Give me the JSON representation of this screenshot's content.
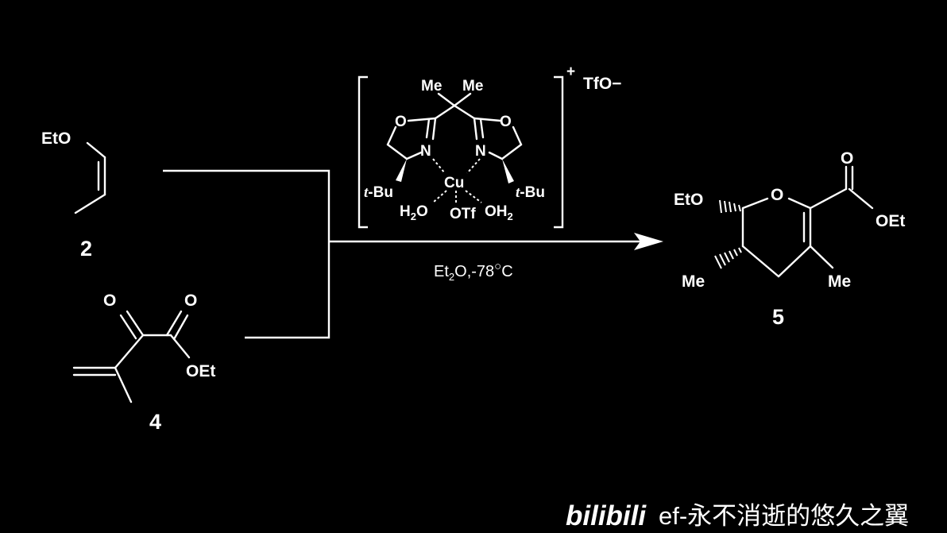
{
  "reactants": {
    "compound_2": {
      "substituent": "EtO",
      "number": "2"
    },
    "compound_4": {
      "carbonyl_o1": "O",
      "carbonyl_o2": "O",
      "ester": "OEt",
      "number": "4"
    }
  },
  "catalyst": {
    "me_left": "Me",
    "me_right": "Me",
    "ring_o_left": "O",
    "ring_o_right": "O",
    "n_left": "N",
    "n_right": "N",
    "metal": "Cu",
    "tbu_left": "t-Bu",
    "tbu_right": "t-Bu",
    "ligand_h2o_left": "H2O",
    "ligand_otf": "OTf",
    "ligand_oh2_right": "OH2",
    "charge": "+",
    "counterion": "TfO−"
  },
  "conditions": "Et2O,-78°C",
  "product": {
    "etO": "EtO",
    "ring_o": "O",
    "carbonyl_o": "O",
    "ester": "OEt",
    "me_left": "Me",
    "me_right": "Me",
    "number": "5"
  },
  "watermark": {
    "logo": "bilibili",
    "text": "ef-永不消逝的悠久之翼"
  }
}
